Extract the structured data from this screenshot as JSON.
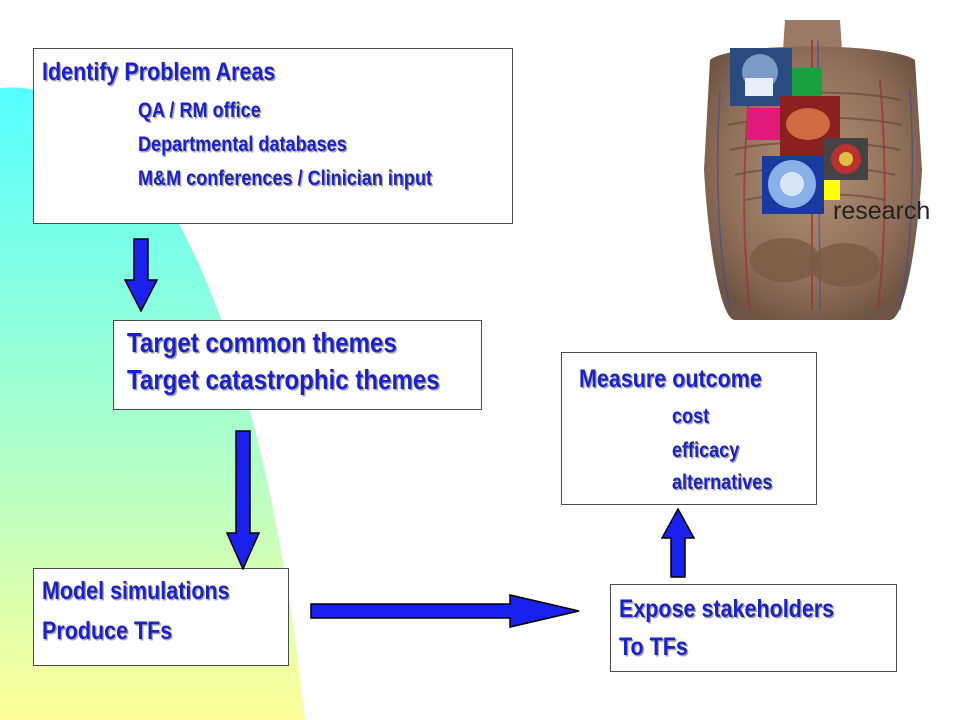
{
  "identify_box": {
    "title": "Identify Problem Areas",
    "items": [
      "QA / RM office",
      "Departmental databases",
      "M&M conferences / Clinician input"
    ]
  },
  "target_box": {
    "lines": [
      "Target common themes",
      "Target catastrophic themes"
    ]
  },
  "model_box": {
    "lines": [
      "Model simulations",
      "Produce TFs"
    ]
  },
  "expose_box": {
    "lines": [
      "Expose stakeholders",
      "To TFs"
    ]
  },
  "measure_box": {
    "title": "Measure outcome",
    "items": [
      "cost",
      "efficacy",
      "alternatives"
    ]
  },
  "research_image": {
    "label": "research"
  },
  "colors": {
    "text": "#1a20cc",
    "arrow_fill": "#1a20ee",
    "arrow_stroke": "#000000",
    "wedge_top": "#55ffff",
    "wedge_bottom": "#ffff99"
  }
}
